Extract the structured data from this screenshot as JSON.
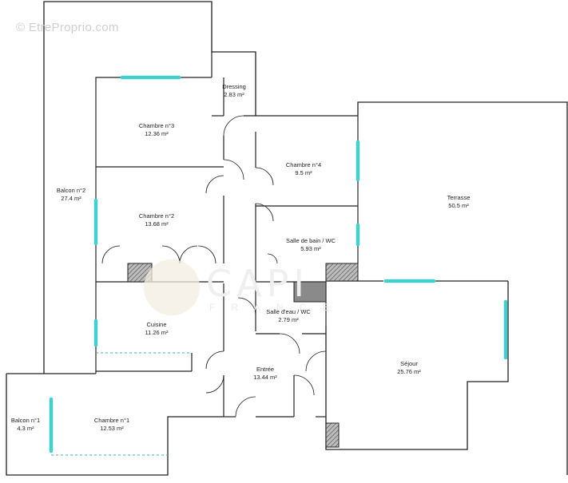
{
  "watermark": {
    "site": "© EtreProprio.com",
    "brand": "CAPI",
    "brand_sub": "FRANCE"
  },
  "rooms": [
    {
      "id": "dressing",
      "name": "Dressing",
      "area": "2.83 m²"
    },
    {
      "id": "chambre3",
      "name": "Chambre n°3",
      "area": "12.36 m²"
    },
    {
      "id": "chambre4",
      "name": "Chambre n°4",
      "area": "9.5 m²"
    },
    {
      "id": "terrasse",
      "name": "Terrasse",
      "area": "50.5 m²"
    },
    {
      "id": "balcon2",
      "name": "Balcon n°2",
      "area": "27.4 m²"
    },
    {
      "id": "chambre2",
      "name": "Chambre n°2",
      "area": "13.68 m²"
    },
    {
      "id": "sdb",
      "name": "Salle de bain / WC",
      "area": "5.93 m²"
    },
    {
      "id": "salleeau",
      "name": "Salle d'eau / WC",
      "area": "2.79 m²"
    },
    {
      "id": "cuisine",
      "name": "Cuisine",
      "area": "11.26 m²"
    },
    {
      "id": "sejour",
      "name": "Séjour",
      "area": "25.76 m²"
    },
    {
      "id": "entree",
      "name": "Entrée",
      "area": "13.44 m²"
    },
    {
      "id": "balcon1",
      "name": "Balcon n°1",
      "area": "4.3 m²"
    },
    {
      "id": "chambre1",
      "name": "Chambre n°1",
      "area": "12.53 m²"
    }
  ],
  "colors": {
    "wall": "#222222",
    "window": "#40d0d0",
    "duct_fill": "#8a8a8a"
  }
}
